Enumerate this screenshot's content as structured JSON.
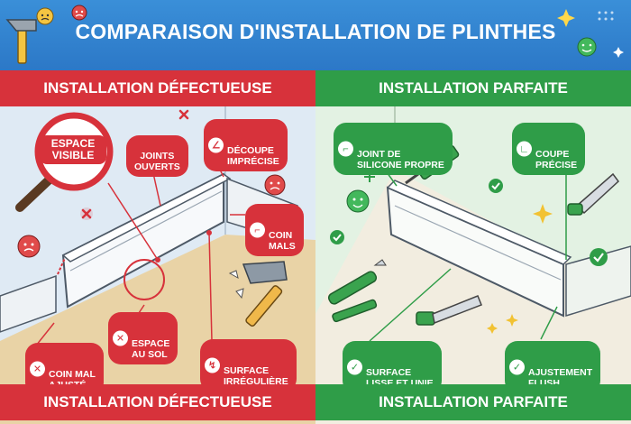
{
  "header": {
    "title": "COMPARAISON D'INSTALLATION DE PLINTHES"
  },
  "left_panel": {
    "banner_top": "INSTALLATION DÉFECTUEUSE",
    "banner_bottom": "INSTALLATION DÉFECTUEUSE",
    "magnifier_label": "ESPACE\nVISIBLE",
    "labels": {
      "joints_ouverts": "JOINTS\nOUVERTS",
      "decoupe_imprecise": "DÉCOUPE\nIMPRÉCISE",
      "coin_mals": "COIN\nMALS",
      "espace_au_sol": "ESPACE\nAU SOL",
      "coin_mal_ajuste": "COIN MAL\nAJUSTÉ",
      "surface_irreguliere": "SURFACE\nIRRÉGULIÈRE"
    }
  },
  "right_panel": {
    "banner_top": "INSTALLATION PARFAITE",
    "banner_bottom": "INSTALLATION PARFAITE",
    "labels": {
      "joint_silicone": "JOINT DE\nSILICONE PROPRE",
      "coupe_precise": "COUPE\nPRÉCISE",
      "surface_lisse": "SURFACE\nLISSE ET UNIE",
      "ajustement_flush": "AJUSTEMENT\nFLUSH"
    }
  },
  "colors": {
    "header_blue": "#2c78c7",
    "defect_red": "#d7323b",
    "perfect_green": "#2f9d48",
    "floor_tan": "#e9d3a6",
    "wall_left": "#dfeaf4",
    "wall_right": "#e3f2e3"
  },
  "icons": {
    "header_left": "hammer-icon",
    "header_left_faces": "angry-face-icon",
    "header_right": "smiley-face-icon",
    "magnifier": "magnifying-glass-icon",
    "tool_left": "hammer-icon",
    "tools_right": [
      "caulk-gun-icon",
      "handsaw-icon",
      "silicone-tube-icon",
      "utility-knife-icon"
    ]
  }
}
